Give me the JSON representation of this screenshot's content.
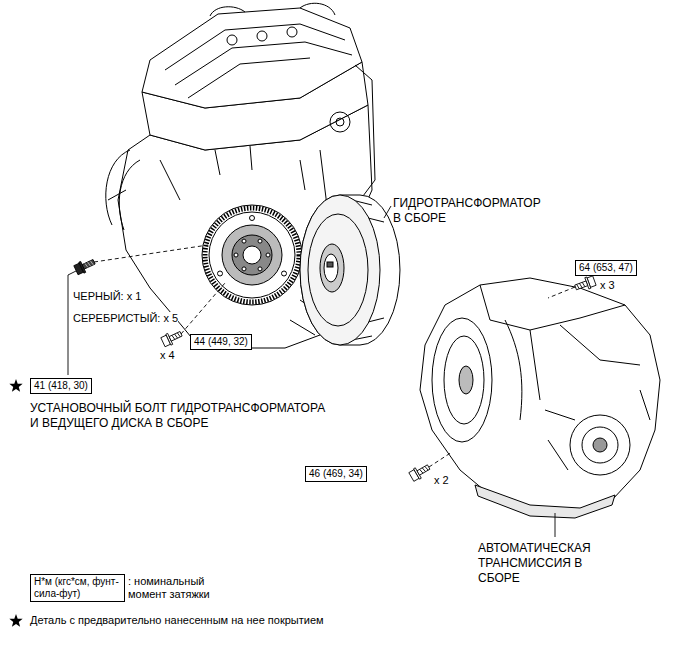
{
  "diagram": {
    "nodes": [
      {
        "text": [
          "64 (653, 47)"
        ]
      },
      {
        "text": [
          "44 (449, 32)"
        ]
      },
      {
        "text": [
          "41 (418, 30)"
        ]
      },
      {
        "text": [
          "46 (469, 34)"
        ]
      },
      {
        "text": [
          "Н*м (кгс*см, фунт- сила-фут)"
        ]
      }
    ],
    "labels": [
      "ГИДРОТРАНСФОРМАТОР В СБОРЕ",
      "x 3",
      "ЧЕРНЫЙ: x 1",
      "СЕРЕБРИСТЫЙ: x 5",
      "x 4",
      "УСТАНОВОЧНЫЙ БОЛТ ГИДРОТРАНСФОРМАТОРА И ВЕДУЩЕГО ДИСКА В СБОРЕ",
      "x 2",
      "АВТОМАТИЧЕСКАЯ ТРАНСМИССИЯ В СБОРЕ"
    ],
    "legend": [
      {
        "text": ": номинальный момент затяжки"
      },
      {
        "text": "Деталь с предварительно нанесенным на нее покрытием"
      }
    ]
  }
}
